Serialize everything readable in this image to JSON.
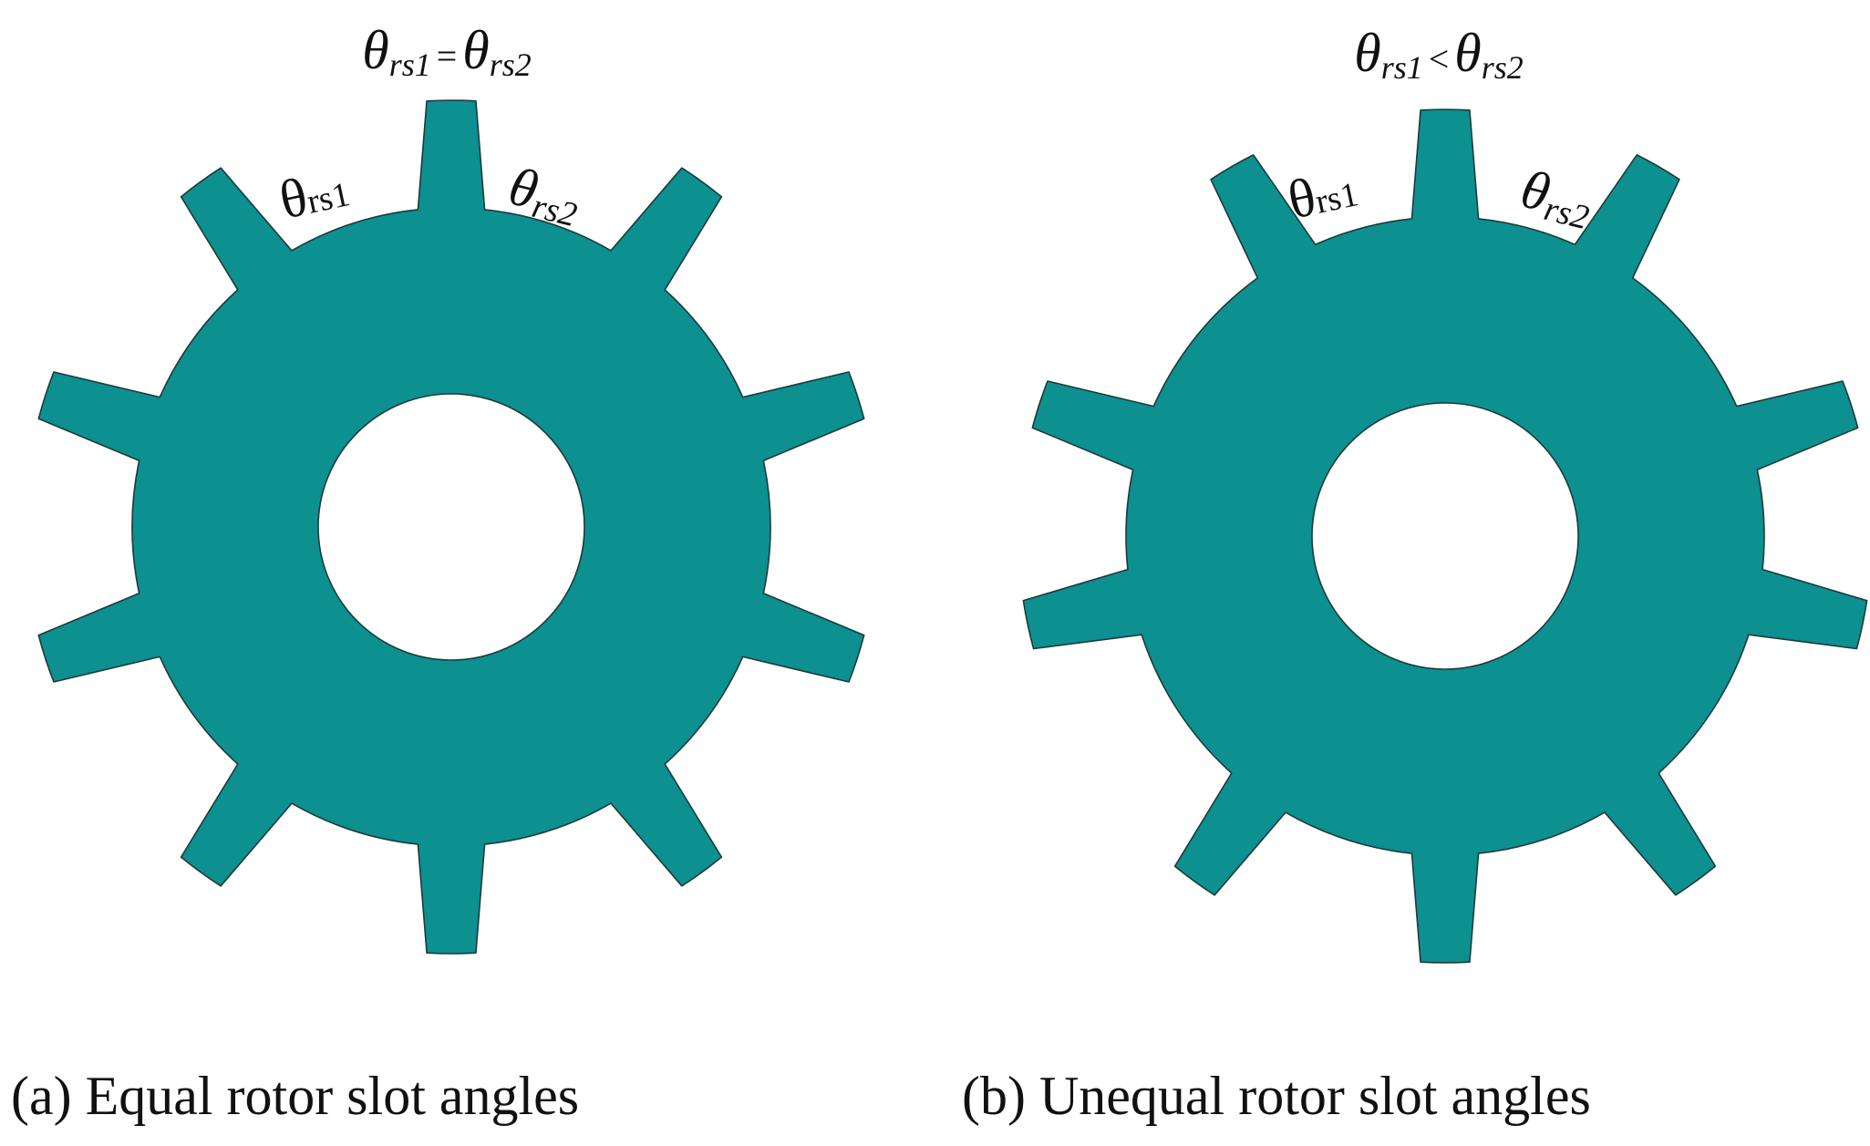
{
  "colors": {
    "rotor_fill": "#0c9090",
    "outline": "#1e3a3a",
    "background": "#ffffff"
  },
  "rotors": [
    {
      "id": "a",
      "relation": {
        "symbol": "θ",
        "left_sub": "rs1",
        "operator": "=",
        "right_sub": "rs2"
      },
      "slot_label_1": {
        "symbol": "θ",
        "sub": "rs1"
      },
      "slot_label_2": {
        "symbol": "θ",
        "sub": "rs2"
      },
      "caption": "(a) Equal rotor slot angles"
    },
    {
      "id": "b",
      "relation": {
        "symbol": "θ",
        "left_sub": "rs1",
        "operator": "<",
        "right_sub": "rs2"
      },
      "slot_label_1": {
        "symbol": "θ",
        "sub": "rs1"
      },
      "slot_label_2": {
        "symbol": "θ",
        "sub": "rs2"
      },
      "caption": "(b) Unequal rotor slot angles"
    }
  ]
}
